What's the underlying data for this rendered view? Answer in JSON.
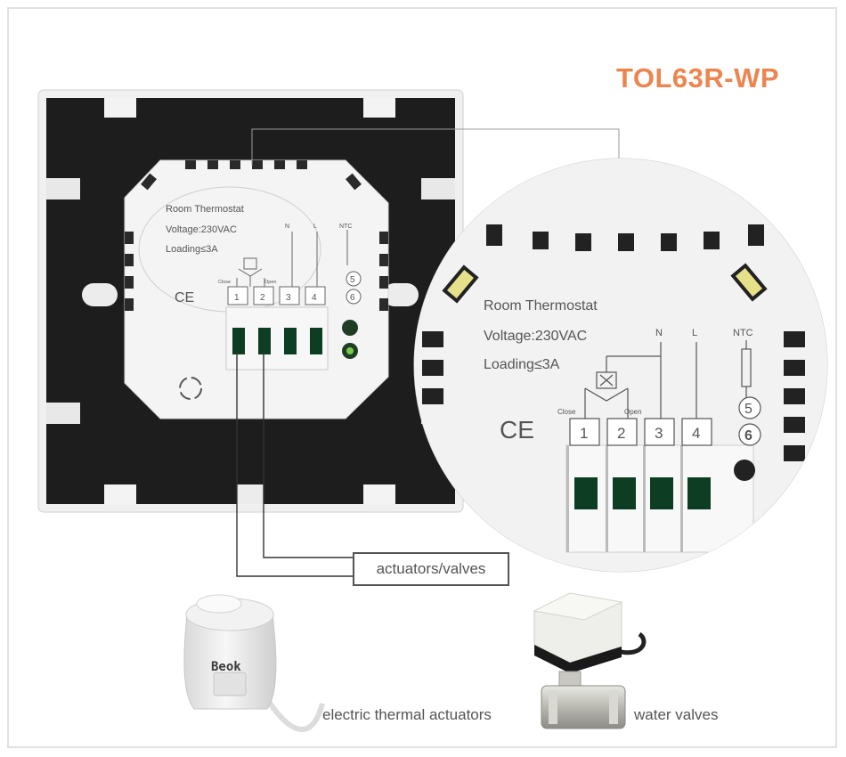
{
  "model": "TOL63R-WP",
  "panel": {
    "title": "Room Thermostat",
    "voltage": "Voltage:230VAC",
    "loading": "Loading≤3A",
    "ce_mark": "CE",
    "label_close": "Close",
    "label_open": "Open",
    "label_n": "N",
    "label_l": "L",
    "label_ntc": "NTC",
    "terminals": [
      "1",
      "2",
      "3",
      "4"
    ],
    "ntc_terminals": [
      "5",
      "6"
    ]
  },
  "callout": {
    "label": "actuators/valves"
  },
  "products": {
    "actuator_brand": "Beok",
    "actuator_caption": "electric thermal actuators",
    "valve_caption": "water valves"
  }
}
